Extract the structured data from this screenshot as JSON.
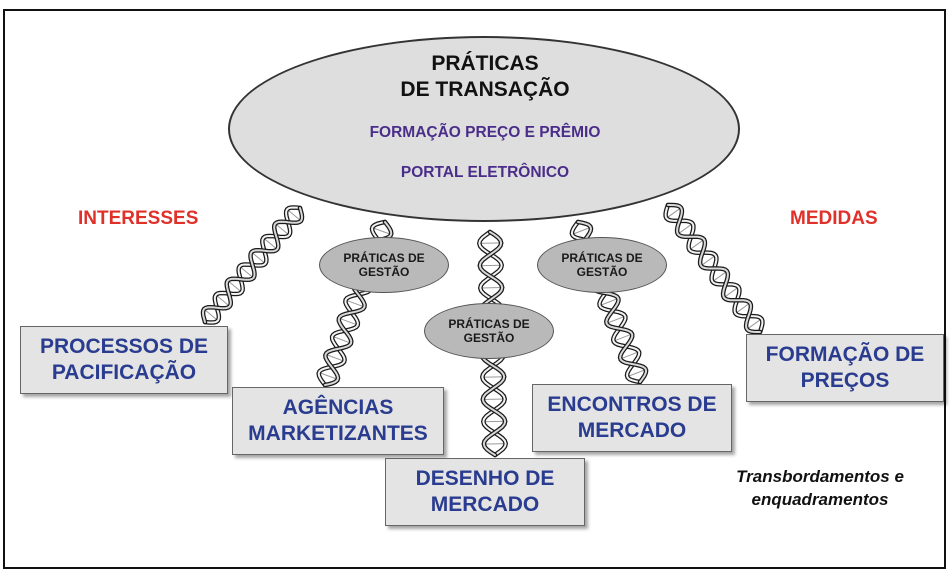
{
  "central": {
    "title_line1": "PRÁTICAS",
    "title_line2": "DE TRANSAÇÃO",
    "item1": "FORMAÇÃO PREÇO E PRÊMIO",
    "item2": "PORTAL ELETRÔNICO"
  },
  "side_labels": {
    "left": "INTERESSES",
    "right": "MEDIDAS"
  },
  "management": [
    {
      "line1": "PRÁTICAS DE",
      "line2": "GESTÃO"
    },
    {
      "line1": "PRÁTICAS DE",
      "line2": "GESTÃO"
    },
    {
      "line1": "PRÁTICAS DE",
      "line2": "GESTÃO"
    }
  ],
  "boxes": [
    {
      "line1": "PROCESSOS DE",
      "line2": "PACIFICAÇÃO"
    },
    {
      "line1": "AGÊNCIAS",
      "line2": "MARKETIZANTES"
    },
    {
      "line1": "DESENHO DE",
      "line2": "MERCADO"
    },
    {
      "line1": "ENCONTROS DE",
      "line2": "MERCADO"
    },
    {
      "line1": "FORMAÇÃO DE",
      "line2": "PREÇOS"
    }
  ],
  "note": {
    "line1": "Transbordamentos e",
    "line2": "enquadramentos"
  },
  "colors": {
    "title": "#111111",
    "subtitle": "#4a2d8a",
    "side_labels": "#e0302a",
    "box_text": "#2a3c8f"
  }
}
